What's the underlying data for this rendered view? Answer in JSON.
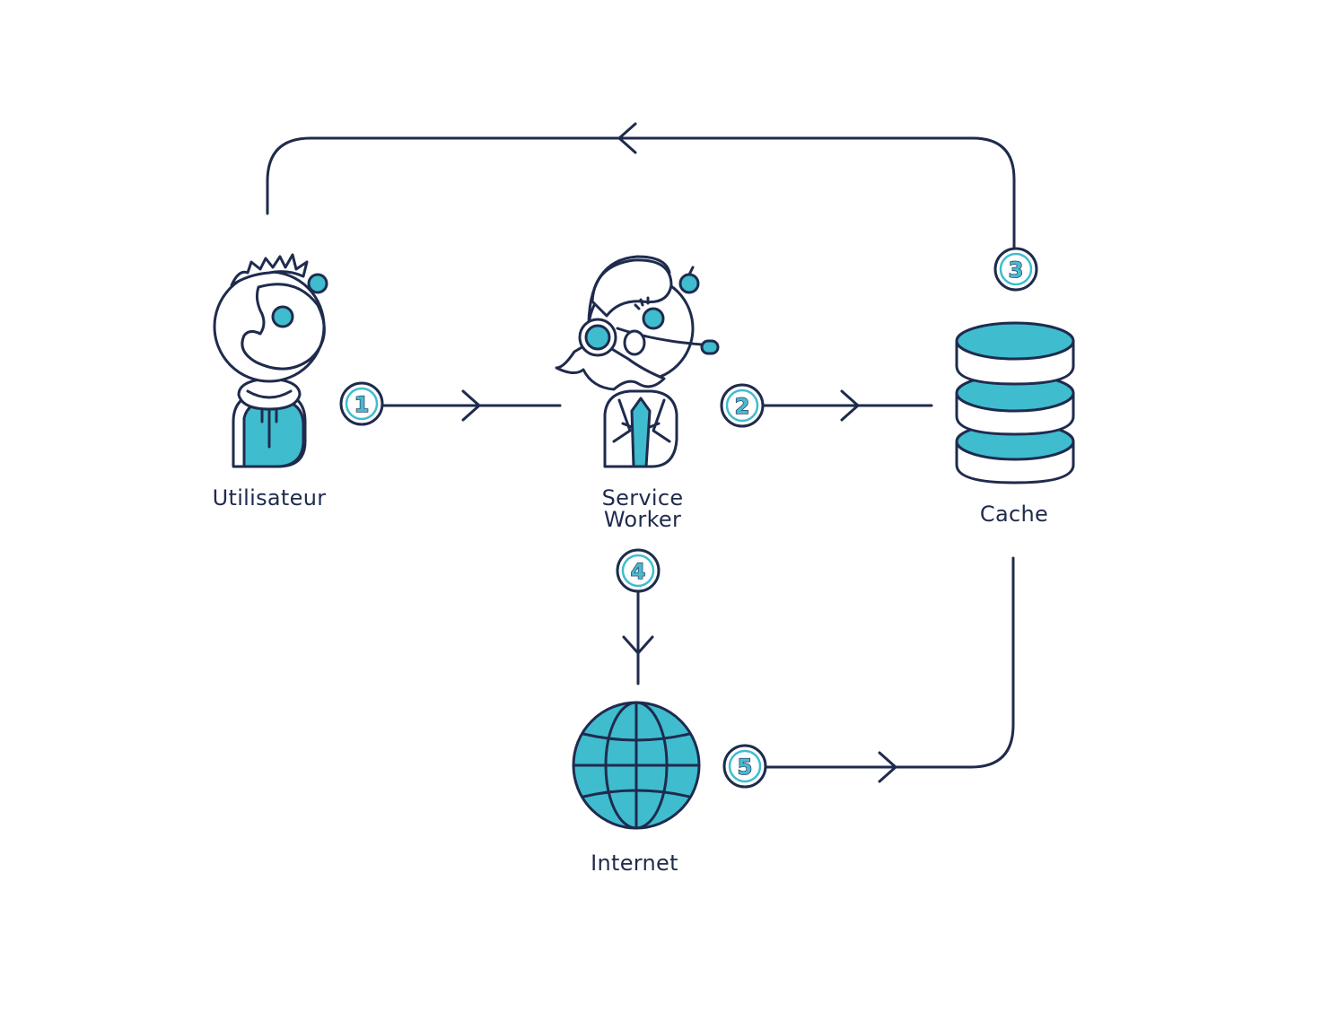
{
  "colors": {
    "ink": "#1f2b4d",
    "accent": "#40bccf",
    "background": "#ffffff"
  },
  "nodes": {
    "user": {
      "label": "Utilisateur",
      "icon": "user-avatar-icon"
    },
    "service_worker": {
      "label_line1": "Service",
      "label_line2": "Worker",
      "icon": "service-worker-operator-icon"
    },
    "cache": {
      "label": "Cache",
      "icon": "database-icon"
    },
    "internet": {
      "label": "Internet",
      "icon": "globe-icon"
    }
  },
  "steps": [
    {
      "number": "1",
      "from": "Utilisateur",
      "to": "Service Worker"
    },
    {
      "number": "2",
      "from": "Service Worker",
      "to": "Cache"
    },
    {
      "number": "3",
      "from": "Cache",
      "to": "Utilisateur"
    },
    {
      "number": "4",
      "from": "Service Worker",
      "to": "Internet"
    },
    {
      "number": "5",
      "from": "Internet",
      "to": "Cache"
    }
  ]
}
